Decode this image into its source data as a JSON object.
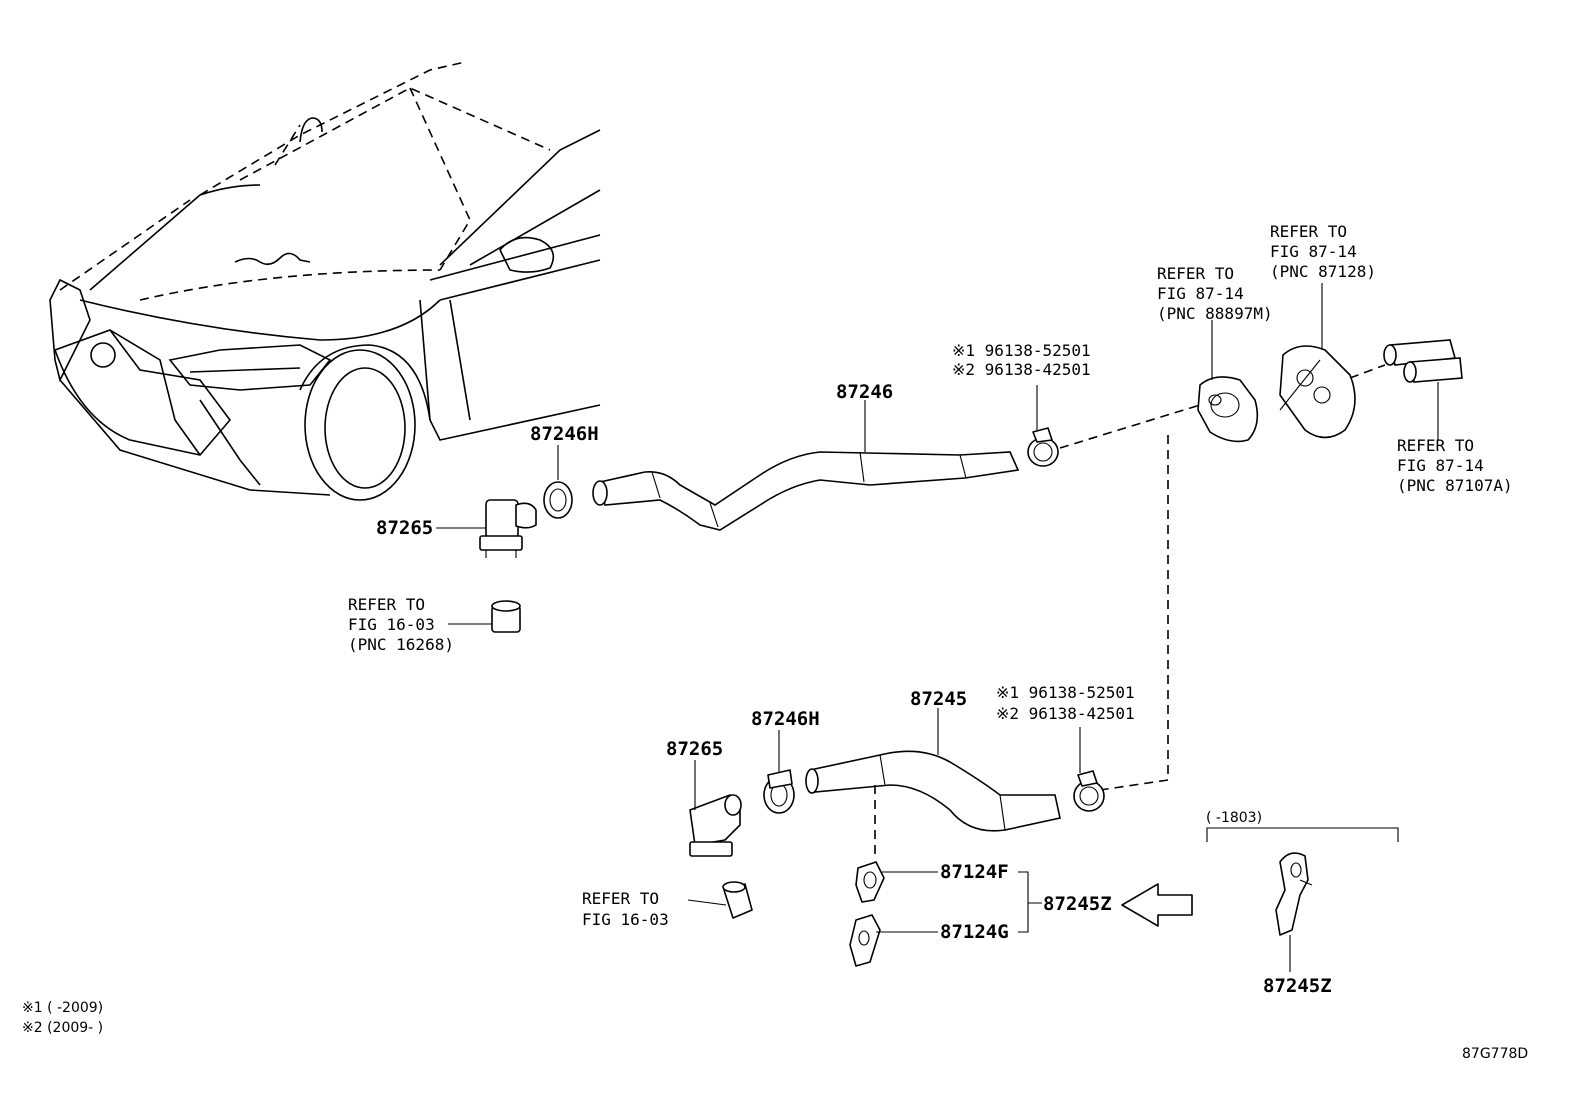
{
  "labels": {
    "hose_upper": "87246",
    "clamp_upper": "87246H",
    "valve_upper": "87265",
    "ref_upper_l1": "REFER TO",
    "ref_upper_l2": "FIG 16-03",
    "ref_upper_l3": "(PNC 16268)",
    "clip_upper_1": "※1 96138-52501",
    "clip_upper_2": "※2 96138-42501",
    "ref_88897_l1": "REFER TO",
    "ref_88897_l2": "FIG 87-14",
    "ref_88897_l3": "(PNC 88897M)",
    "ref_87128_l1": "REFER TO",
    "ref_87128_l2": "FIG 87-14",
    "ref_87128_l3": "(PNC 87128)",
    "ref_87107_l1": "REFER TO",
    "ref_87107_l2": "FIG 87-14",
    "ref_87107_l3": "(PNC 87107A)",
    "hose_lower": "87245",
    "clamp_lower": "87246H",
    "valve_lower": "87265",
    "clip_lower_1": "※1 96138-52501",
    "clip_lower_2": "※2 96138-42501",
    "ref_lower_l1": "REFER TO",
    "ref_lower_l2": "FIG 16-03",
    "clamp_f": "87124F",
    "clamp_g": "87124G",
    "assy": "87245Z",
    "variant_range": "(      -1803)",
    "variant_assy": "87245Z",
    "note_1": "※1 (      -2009)",
    "note_2": "※2 (2009-      )",
    "figure_code": "87G778D"
  },
  "icons": {
    "car": "car-front-icon",
    "arrow": "arrow-left-icon"
  }
}
